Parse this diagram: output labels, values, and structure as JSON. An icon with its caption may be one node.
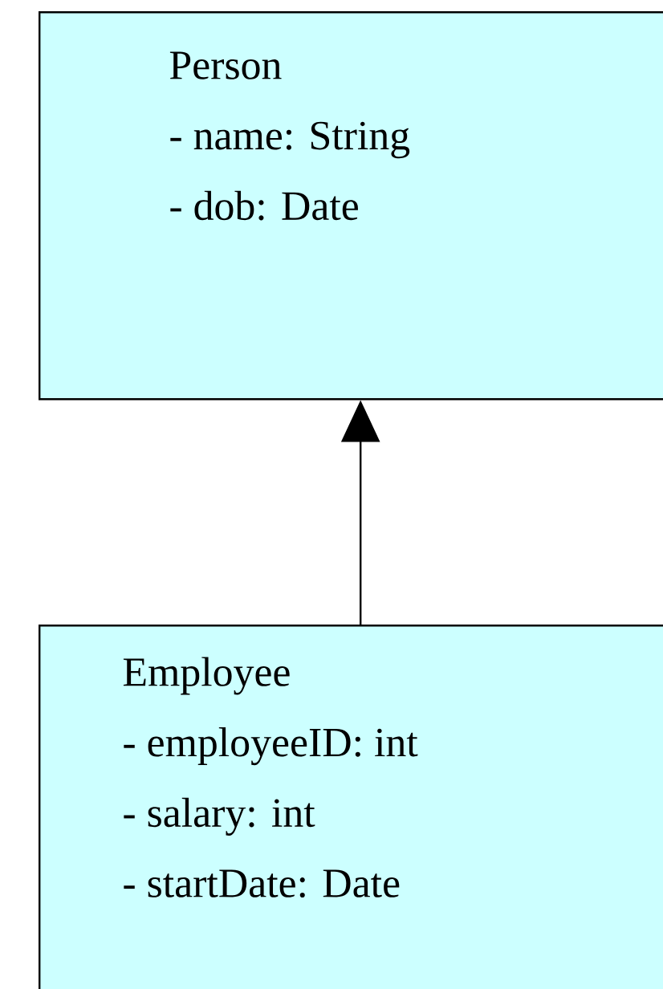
{
  "diagram": {
    "nodes": [
      {
        "text": [
          "Person",
          "- name: String",
          "- dob: Date"
        ]
      },
      {
        "text": [
          "Employee",
          "- employeeID: int",
          "- salary: int",
          "- startDate: Date"
        ]
      }
    ],
    "edges": [
      {
        "from": 1,
        "to": 0,
        "arrow": "to"
      }
    ]
  }
}
